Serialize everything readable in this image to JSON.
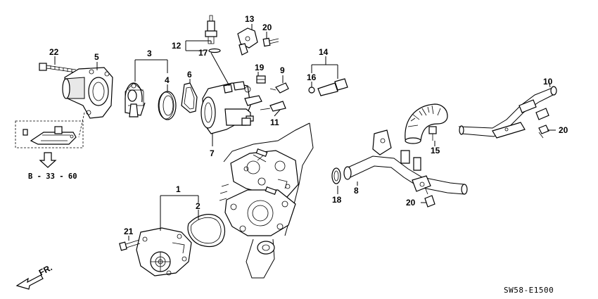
{
  "labels": {
    "p1": "1",
    "p2": "2",
    "p3": "3",
    "p4": "4",
    "p5": "5",
    "p6": "6",
    "p7": "7",
    "p8": "8",
    "p9": "9",
    "p10": "10",
    "p11": "11",
    "p12": "12",
    "p13": "13",
    "p14": "14",
    "p15": "15",
    "p16": "16",
    "p17": "17",
    "p18": "18",
    "p19": "19",
    "p20a": "20",
    "p20b": "20",
    "p20c": "20",
    "p21": "21",
    "p22": "22"
  },
  "reference": "B - 33 - 60",
  "direction": "FR.",
  "diagram_code": "SW58-E1500"
}
